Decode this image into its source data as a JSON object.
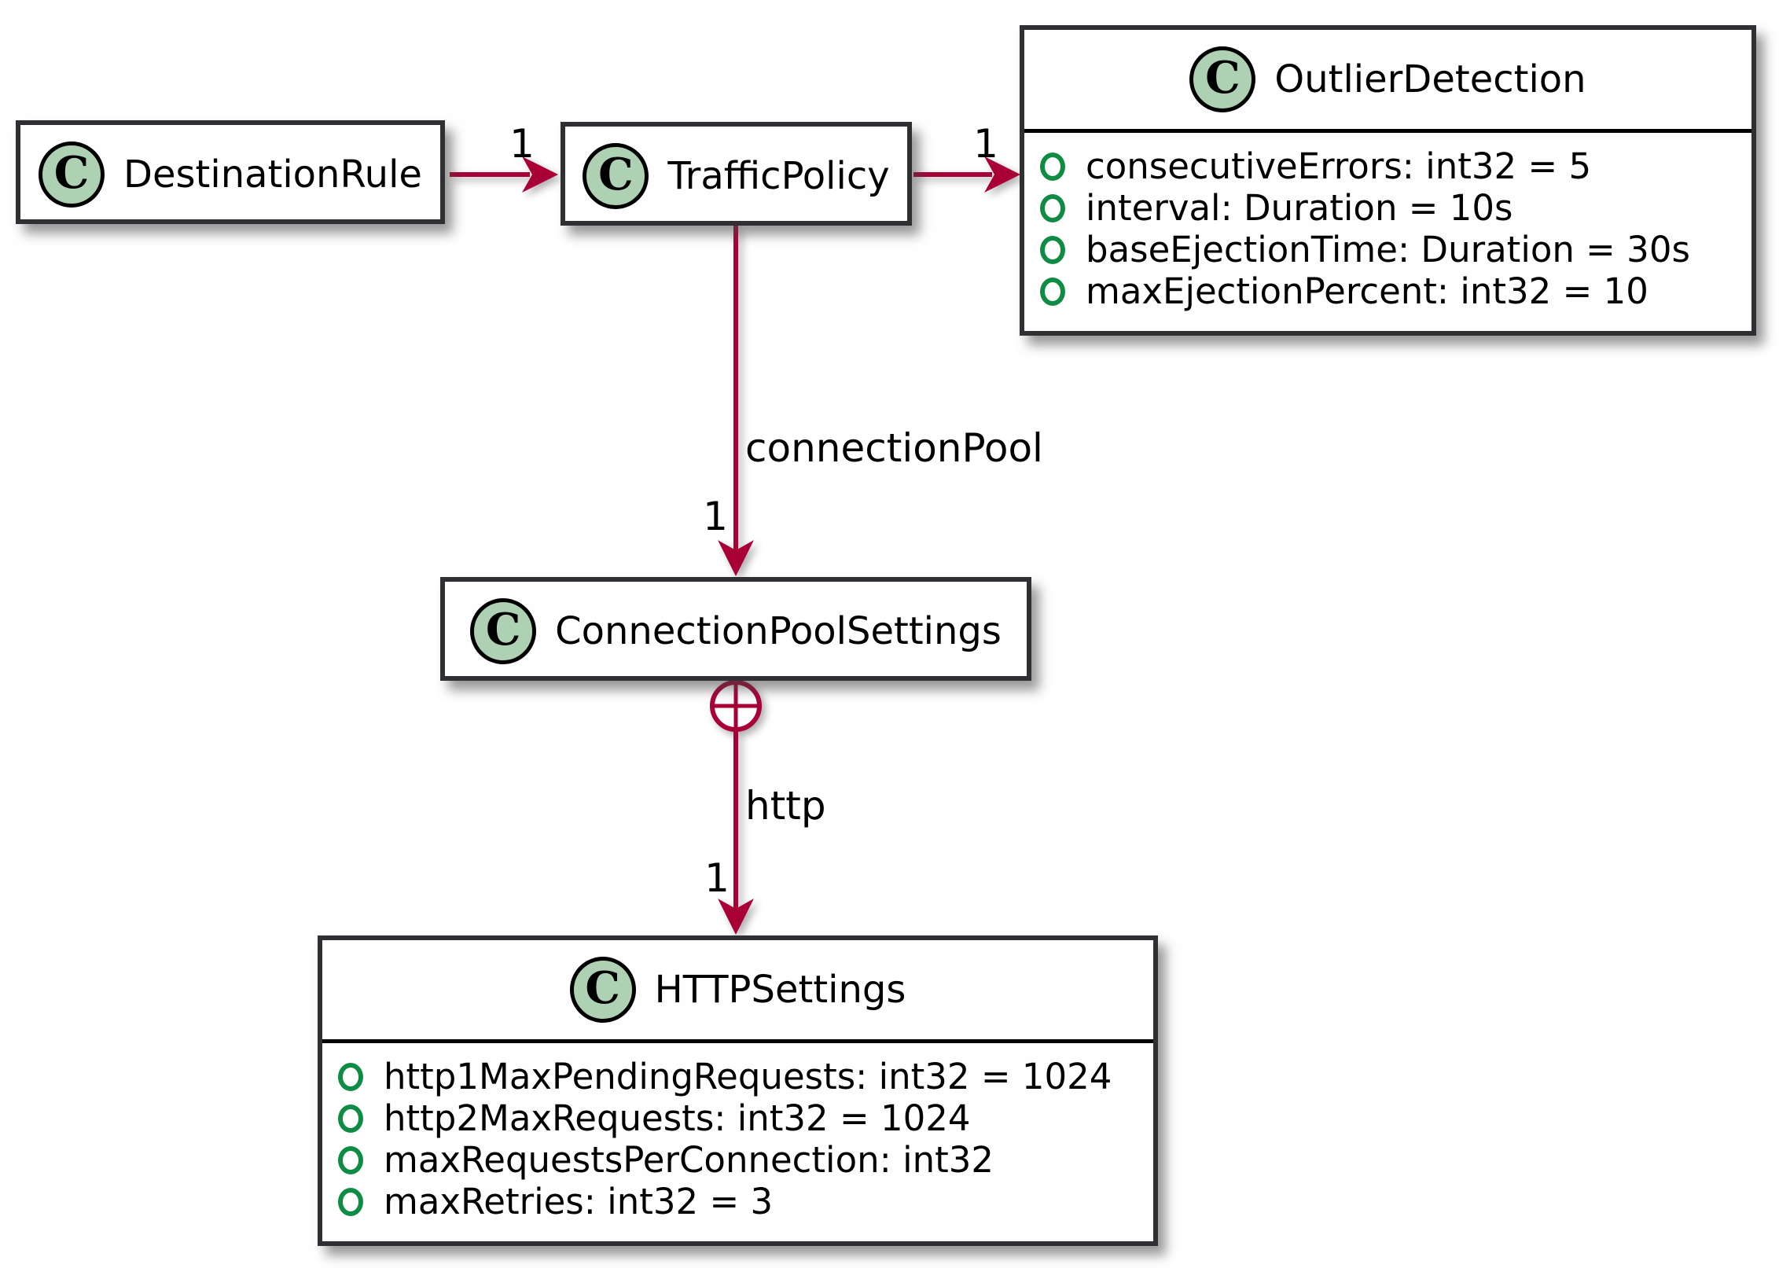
{
  "diagram_type": "uml-class-diagram",
  "colors": {
    "background": "#FFFFFF",
    "box_fill": "#FEFEFE",
    "box_border": "#2F3033",
    "association": "#A80036",
    "stereotype_circle_fill": "#ADD1B2",
    "stereotype_circle_border": "#000000",
    "field_bullet": "#0E8C43",
    "text": "#000000"
  },
  "classes": [
    {
      "name": "DestinationRule",
      "stereotype": "C",
      "attributes": []
    },
    {
      "name": "TrafficPolicy",
      "stereotype": "C",
      "attributes": []
    },
    {
      "name": "OutlierDetection",
      "stereotype": "C",
      "attributes": [
        "consecutiveErrors: int32 = 5",
        "interval: Duration = 10s",
        "baseEjectionTime: Duration = 30s",
        "maxEjectionPercent: int32 = 10"
      ]
    },
    {
      "name": "ConnectionPoolSettings",
      "stereotype": "C",
      "attributes": []
    },
    {
      "name": "HTTPSettings",
      "stereotype": "C",
      "attributes": [
        "http1MaxPendingRequests: int32 = 1024",
        "http2MaxRequests: int32 = 1024",
        "maxRequestsPerConnection: int32",
        "maxRetries: int32 = 3"
      ]
    }
  ],
  "edges": [
    {
      "source": "DestinationRule",
      "target": "TrafficPolicy",
      "label": "",
      "target_multiplicity": "1"
    },
    {
      "source": "TrafficPolicy",
      "target": "OutlierDetection",
      "label": "",
      "target_multiplicity": "1"
    },
    {
      "source": "TrafficPolicy",
      "target": "ConnectionPoolSettings",
      "label": "connectionPool",
      "target_multiplicity": "1"
    },
    {
      "source": "ConnectionPoolSettings",
      "target": "HTTPSettings",
      "label": "http",
      "target_multiplicity": "1",
      "source_adornment": "circle-plus-containment"
    }
  ]
}
